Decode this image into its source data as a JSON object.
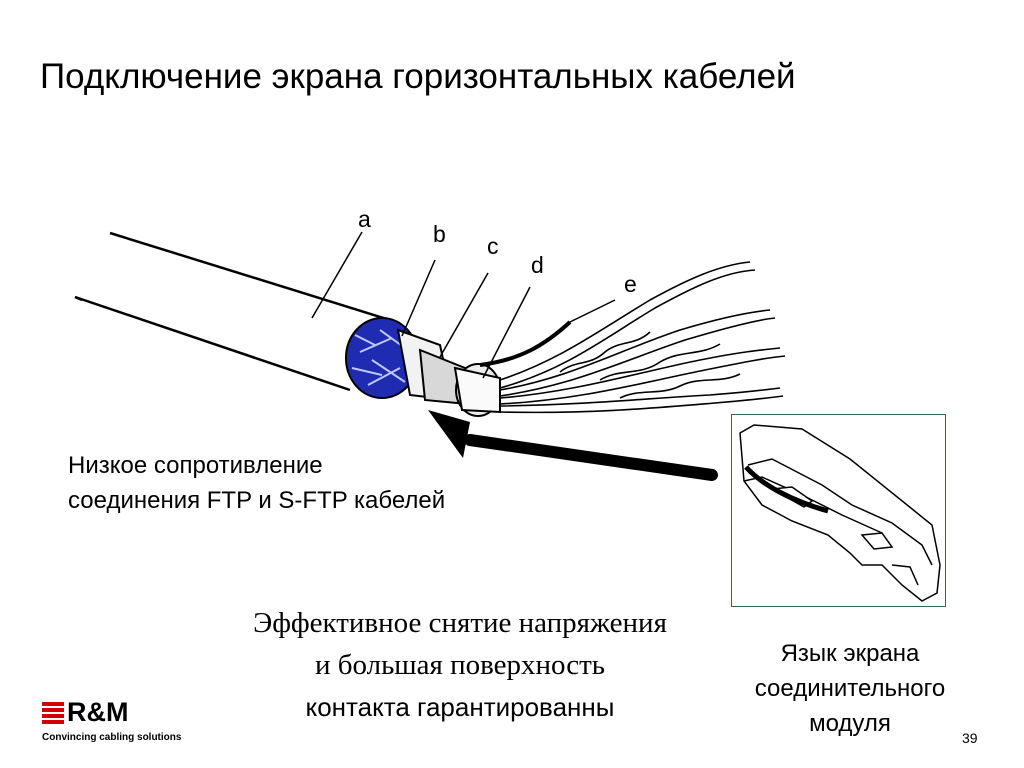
{
  "slide": {
    "title": "Подключение экрана горизонтальных кабелей",
    "labels": {
      "a": "a",
      "b": "b",
      "c": "c",
      "d": "d",
      "e": "e"
    },
    "note_left": [
      "Низкое сопротивление",
      "соединения FTP и S-FTP кабелей"
    ],
    "note_center": [
      "Эффективное снятие напряжения",
      "и большая поверхность",
      "контакта гарантированны"
    ],
    "inset_caption": [
      "Язык экрана",
      "соединительного",
      "модуля"
    ],
    "page_number": "39"
  },
  "logo": {
    "name": "R&M",
    "slogan": "Convincing cabling solutions",
    "color": "#d40000"
  },
  "colors": {
    "braid": "#1f2bb0",
    "inset_border": "#2e6b45"
  }
}
